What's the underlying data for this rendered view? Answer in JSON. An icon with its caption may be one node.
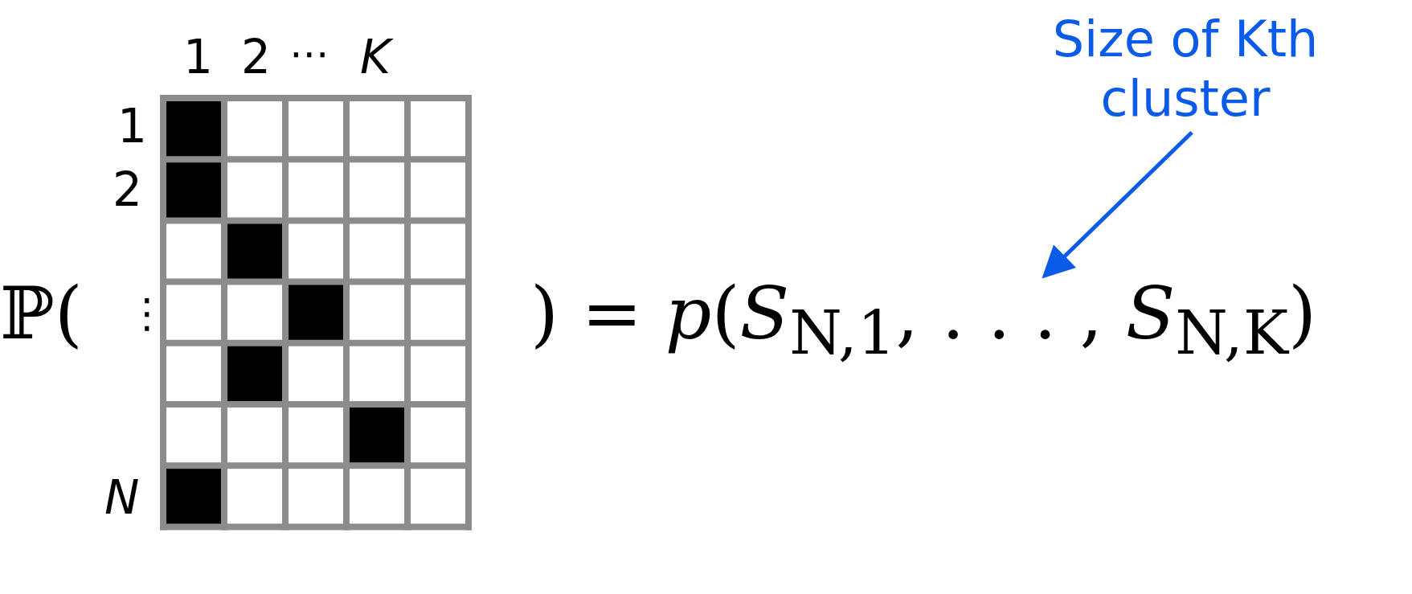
{
  "diagram": {
    "nodes": [
      {
        "text": [
          "Size of Kth cluster"
        ]
      },
      {
        "text": [
          ") = *p*(*S*$_{N,1}$, . . . , *S*$_{N,K}$)"
        ]
      }
    ],
    "edges": [
      {
        "from": 0,
        "to": 1,
        "arrow": "to"
      }
    ],
    "labels": [
      "1",
      "2",
      "⋯",
      "K",
      "1",
      "2",
      "⋮",
      "N",
      "ℙ("
    ]
  }
}
